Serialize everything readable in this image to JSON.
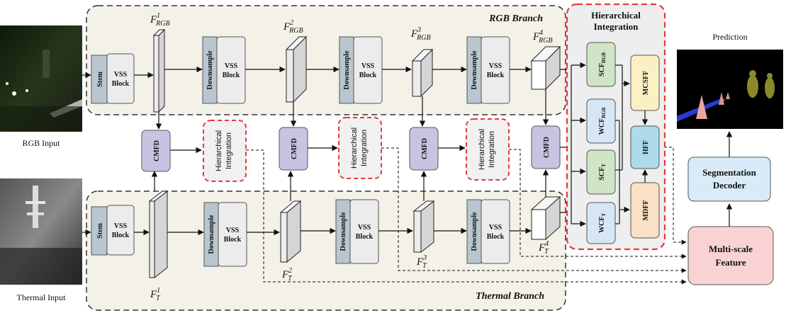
{
  "branches": {
    "rgb_title": "RGB Branch",
    "thermal_title": "Thermal Branch"
  },
  "inputs": {
    "rgb_label": "RGB Input",
    "thermal_label": "Thermal Input"
  },
  "blocks": {
    "stem": "Stem",
    "vss_line1": "VSS",
    "vss_line2": "Block",
    "downsample": "Downsample",
    "cmfd": "CMFD",
    "hier_line1": "Hierarchical",
    "hier_line2": "Integration"
  },
  "features": {
    "rgb": [
      {
        "base": "F",
        "sup": "1",
        "sub": "RGB"
      },
      {
        "base": "F",
        "sup": "2",
        "sub": "RGB"
      },
      {
        "base": "F",
        "sup": "3",
        "sub": "RGB"
      },
      {
        "base": "F",
        "sup": "4",
        "sub": "RGB"
      }
    ],
    "thermal": [
      {
        "base": "F",
        "sup": "1",
        "sub": "T"
      },
      {
        "base": "F",
        "sup": "2",
        "sub": "T"
      },
      {
        "base": "F",
        "sup": "3",
        "sub": "T"
      },
      {
        "base": "F",
        "sup": "4",
        "sub": "T"
      }
    ]
  },
  "hier_panel": {
    "title_line1": "Hierarchical",
    "title_line2": "Integration",
    "scf_rgb": {
      "base": "SCF",
      "sub": "RGB"
    },
    "wcf_rgb": {
      "base": "WCF",
      "sub": "RGB"
    },
    "scf_t": {
      "base": "SCF",
      "sub": "T"
    },
    "wcf_t": {
      "base": "WCF",
      "sub": "T"
    },
    "mcsff": "MCSFF",
    "hff": "HFF",
    "mdff": "MDFF"
  },
  "outputs": {
    "prediction": "Prediction",
    "seg_line1": "Segmentation",
    "seg_line2": "Decoder",
    "ms_line1": "Multi-scale",
    "ms_line2": "Feature"
  },
  "colors": {
    "branch_bg": "#f4f1e8",
    "stem": "#b9c6d0",
    "vss": "#ececec",
    "cmfd": "#c9c3e2",
    "scf": "#cfe5c6",
    "wcf": "#d6e6f5",
    "mcsff": "#fbf0c4",
    "hff": "#aedbea",
    "mdff": "#fae0c4",
    "seg": "#d9ebf8",
    "ms": "#f9d3d3",
    "red_dash": "#e8393b"
  }
}
